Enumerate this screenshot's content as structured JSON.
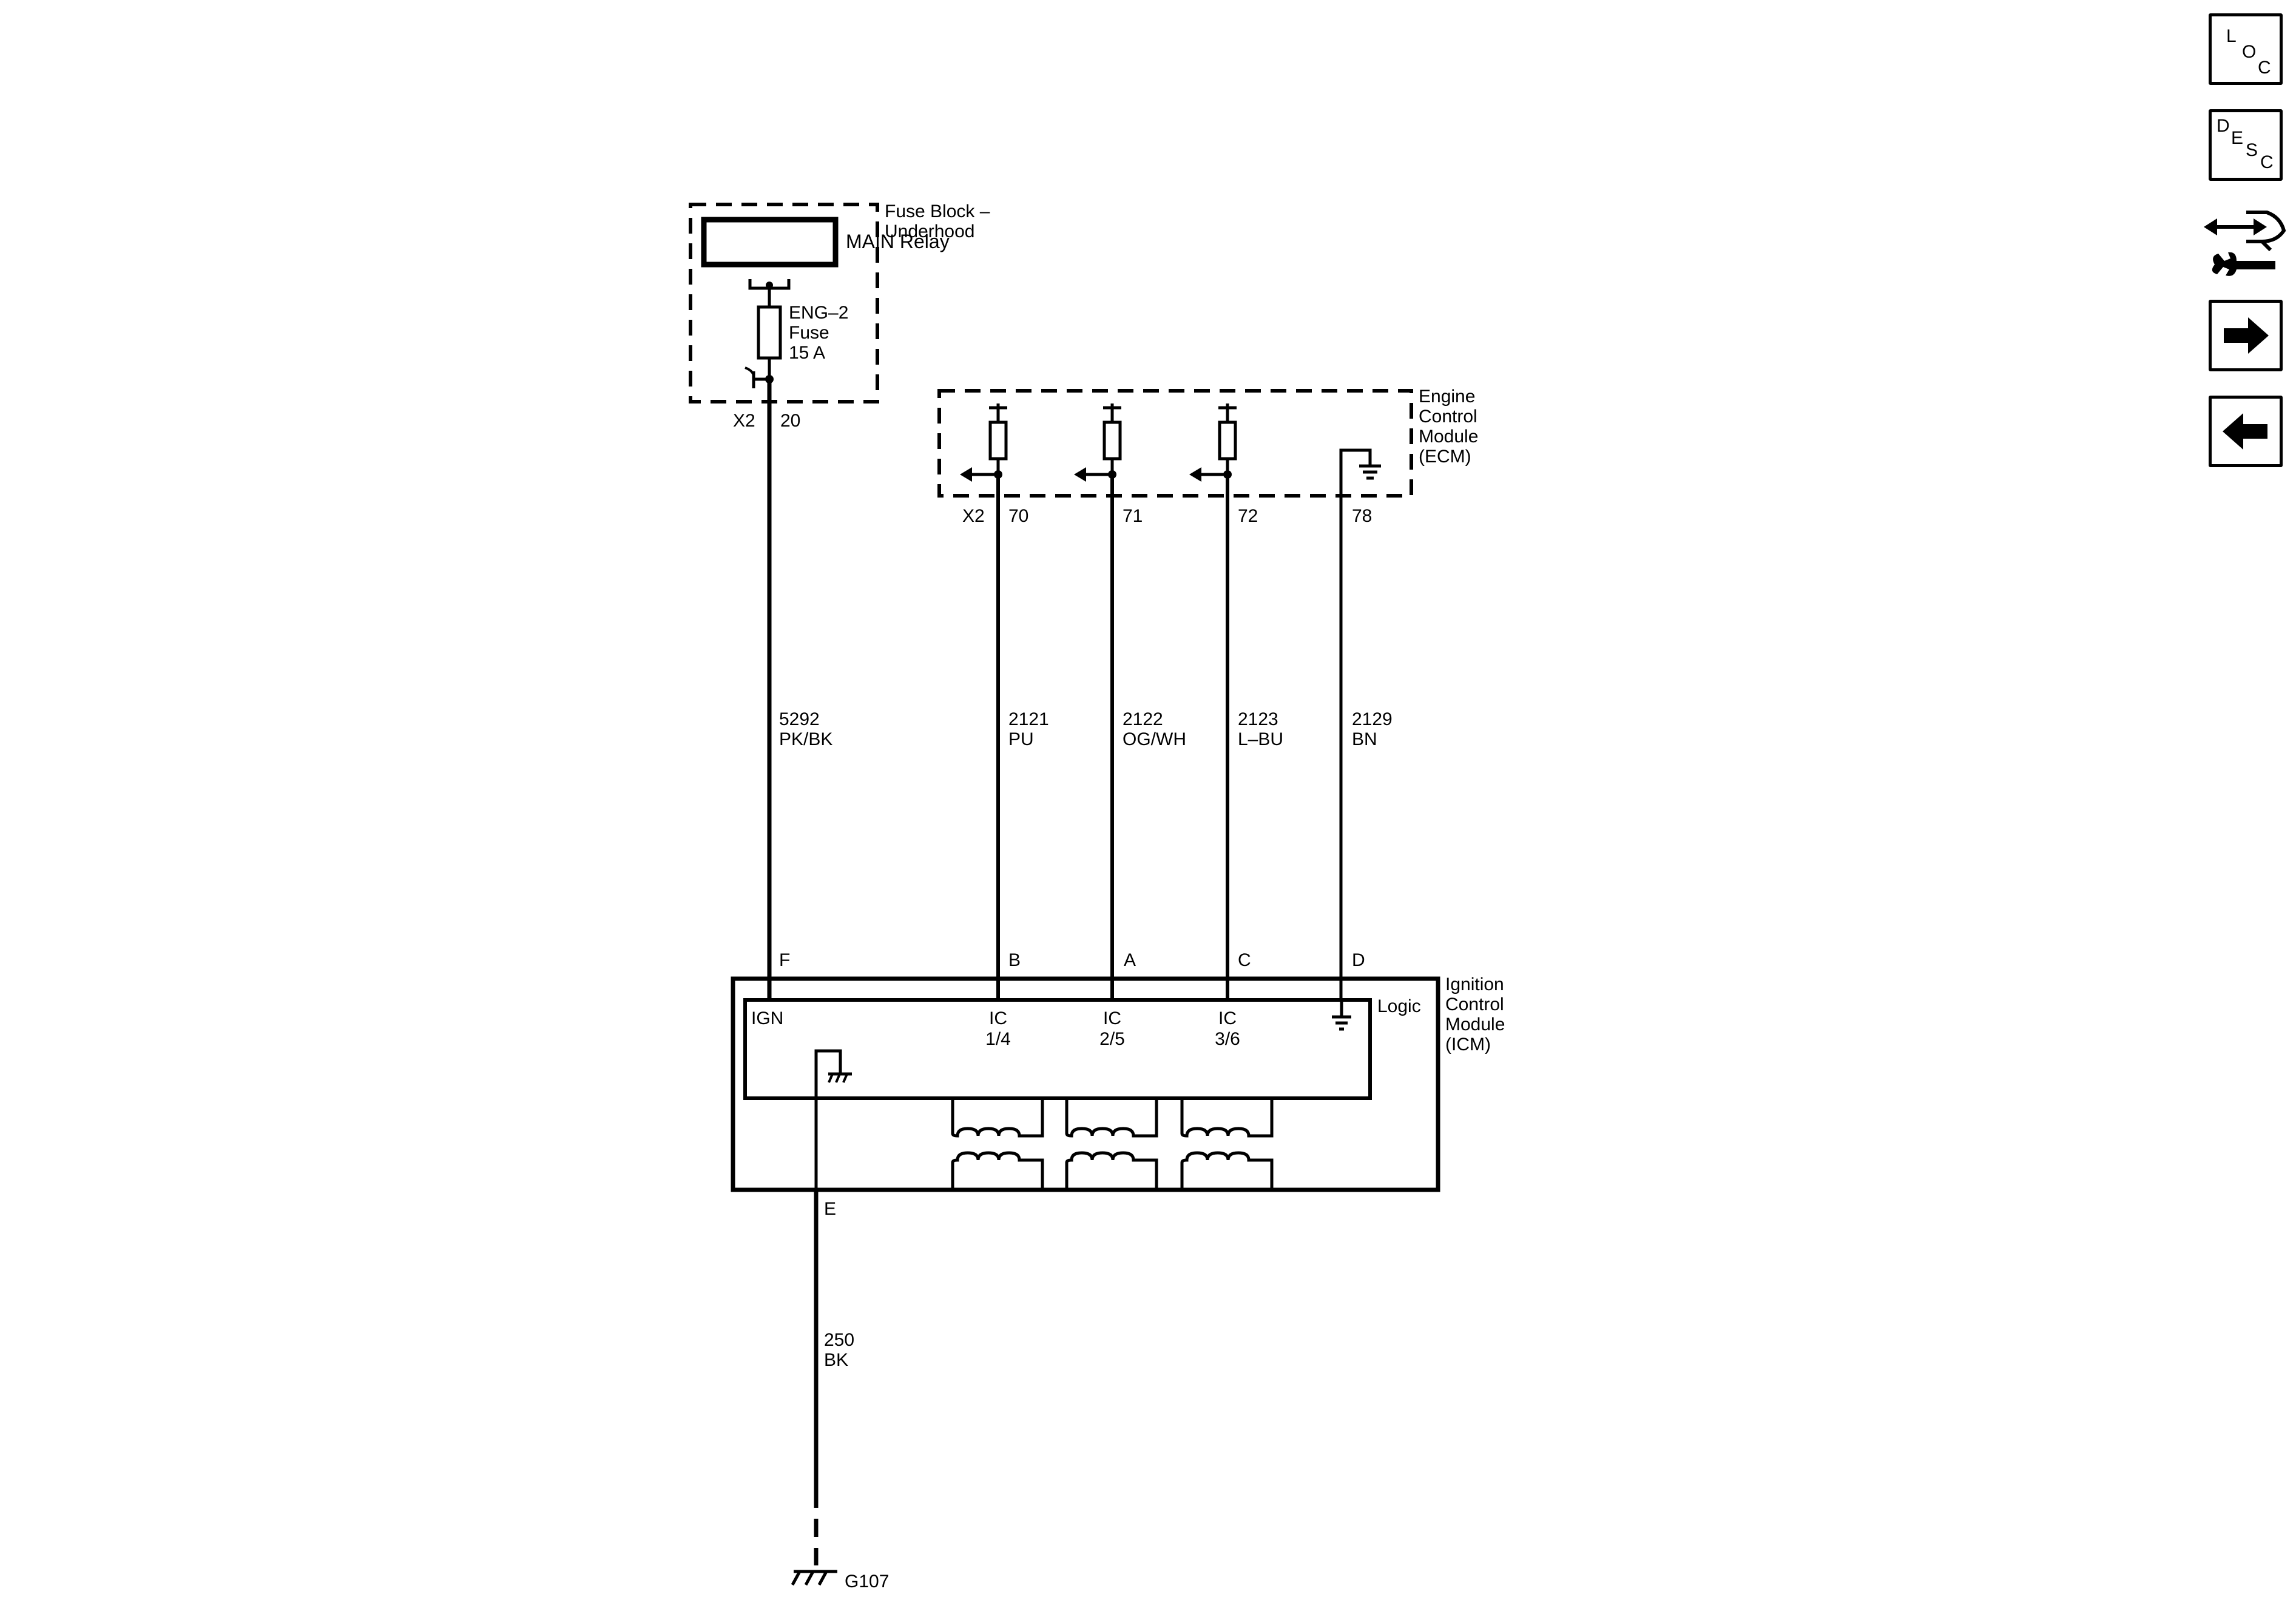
{
  "fuse_block": {
    "title_line1": "Fuse Block –",
    "title_line2": "Underhood",
    "relay_label": "MAIN Relay",
    "fuse_line1": "ENG–2",
    "fuse_line2": "Fuse",
    "fuse_line3": "15 A",
    "connector": "X2",
    "pin": "20"
  },
  "ecm": {
    "title_line1": "Engine",
    "title_line2": "Control",
    "title_line3": "Module",
    "title_line4": "(ECM)",
    "connector": "X2",
    "pins": [
      "70",
      "71",
      "72",
      "78"
    ]
  },
  "wires": [
    {
      "circuit": "5292",
      "color": "PK/BK"
    },
    {
      "circuit": "2121",
      "color": "PU"
    },
    {
      "circuit": "2122",
      "color": "OG/WH"
    },
    {
      "circuit": "2123",
      "color": "L–BU"
    },
    {
      "circuit": "2129",
      "color": "BN"
    },
    {
      "circuit": "250",
      "color": "BK"
    }
  ],
  "icm": {
    "title_line1": "Ignition",
    "title_line2": "Control",
    "title_line3": "Module",
    "title_line4": "(ICM)",
    "logic_label": "Logic",
    "pins": [
      "F",
      "B",
      "A",
      "C",
      "D",
      "E"
    ],
    "ign_label": "IGN",
    "ic_label": "IC",
    "ic1": "1/4",
    "ic2": "2/5",
    "ic3": "3/6"
  },
  "ground": {
    "label": "G107"
  },
  "nav_icons": {
    "loc": [
      "L",
      "O",
      "C"
    ],
    "desc": [
      "D",
      "E",
      "S",
      "C"
    ]
  }
}
